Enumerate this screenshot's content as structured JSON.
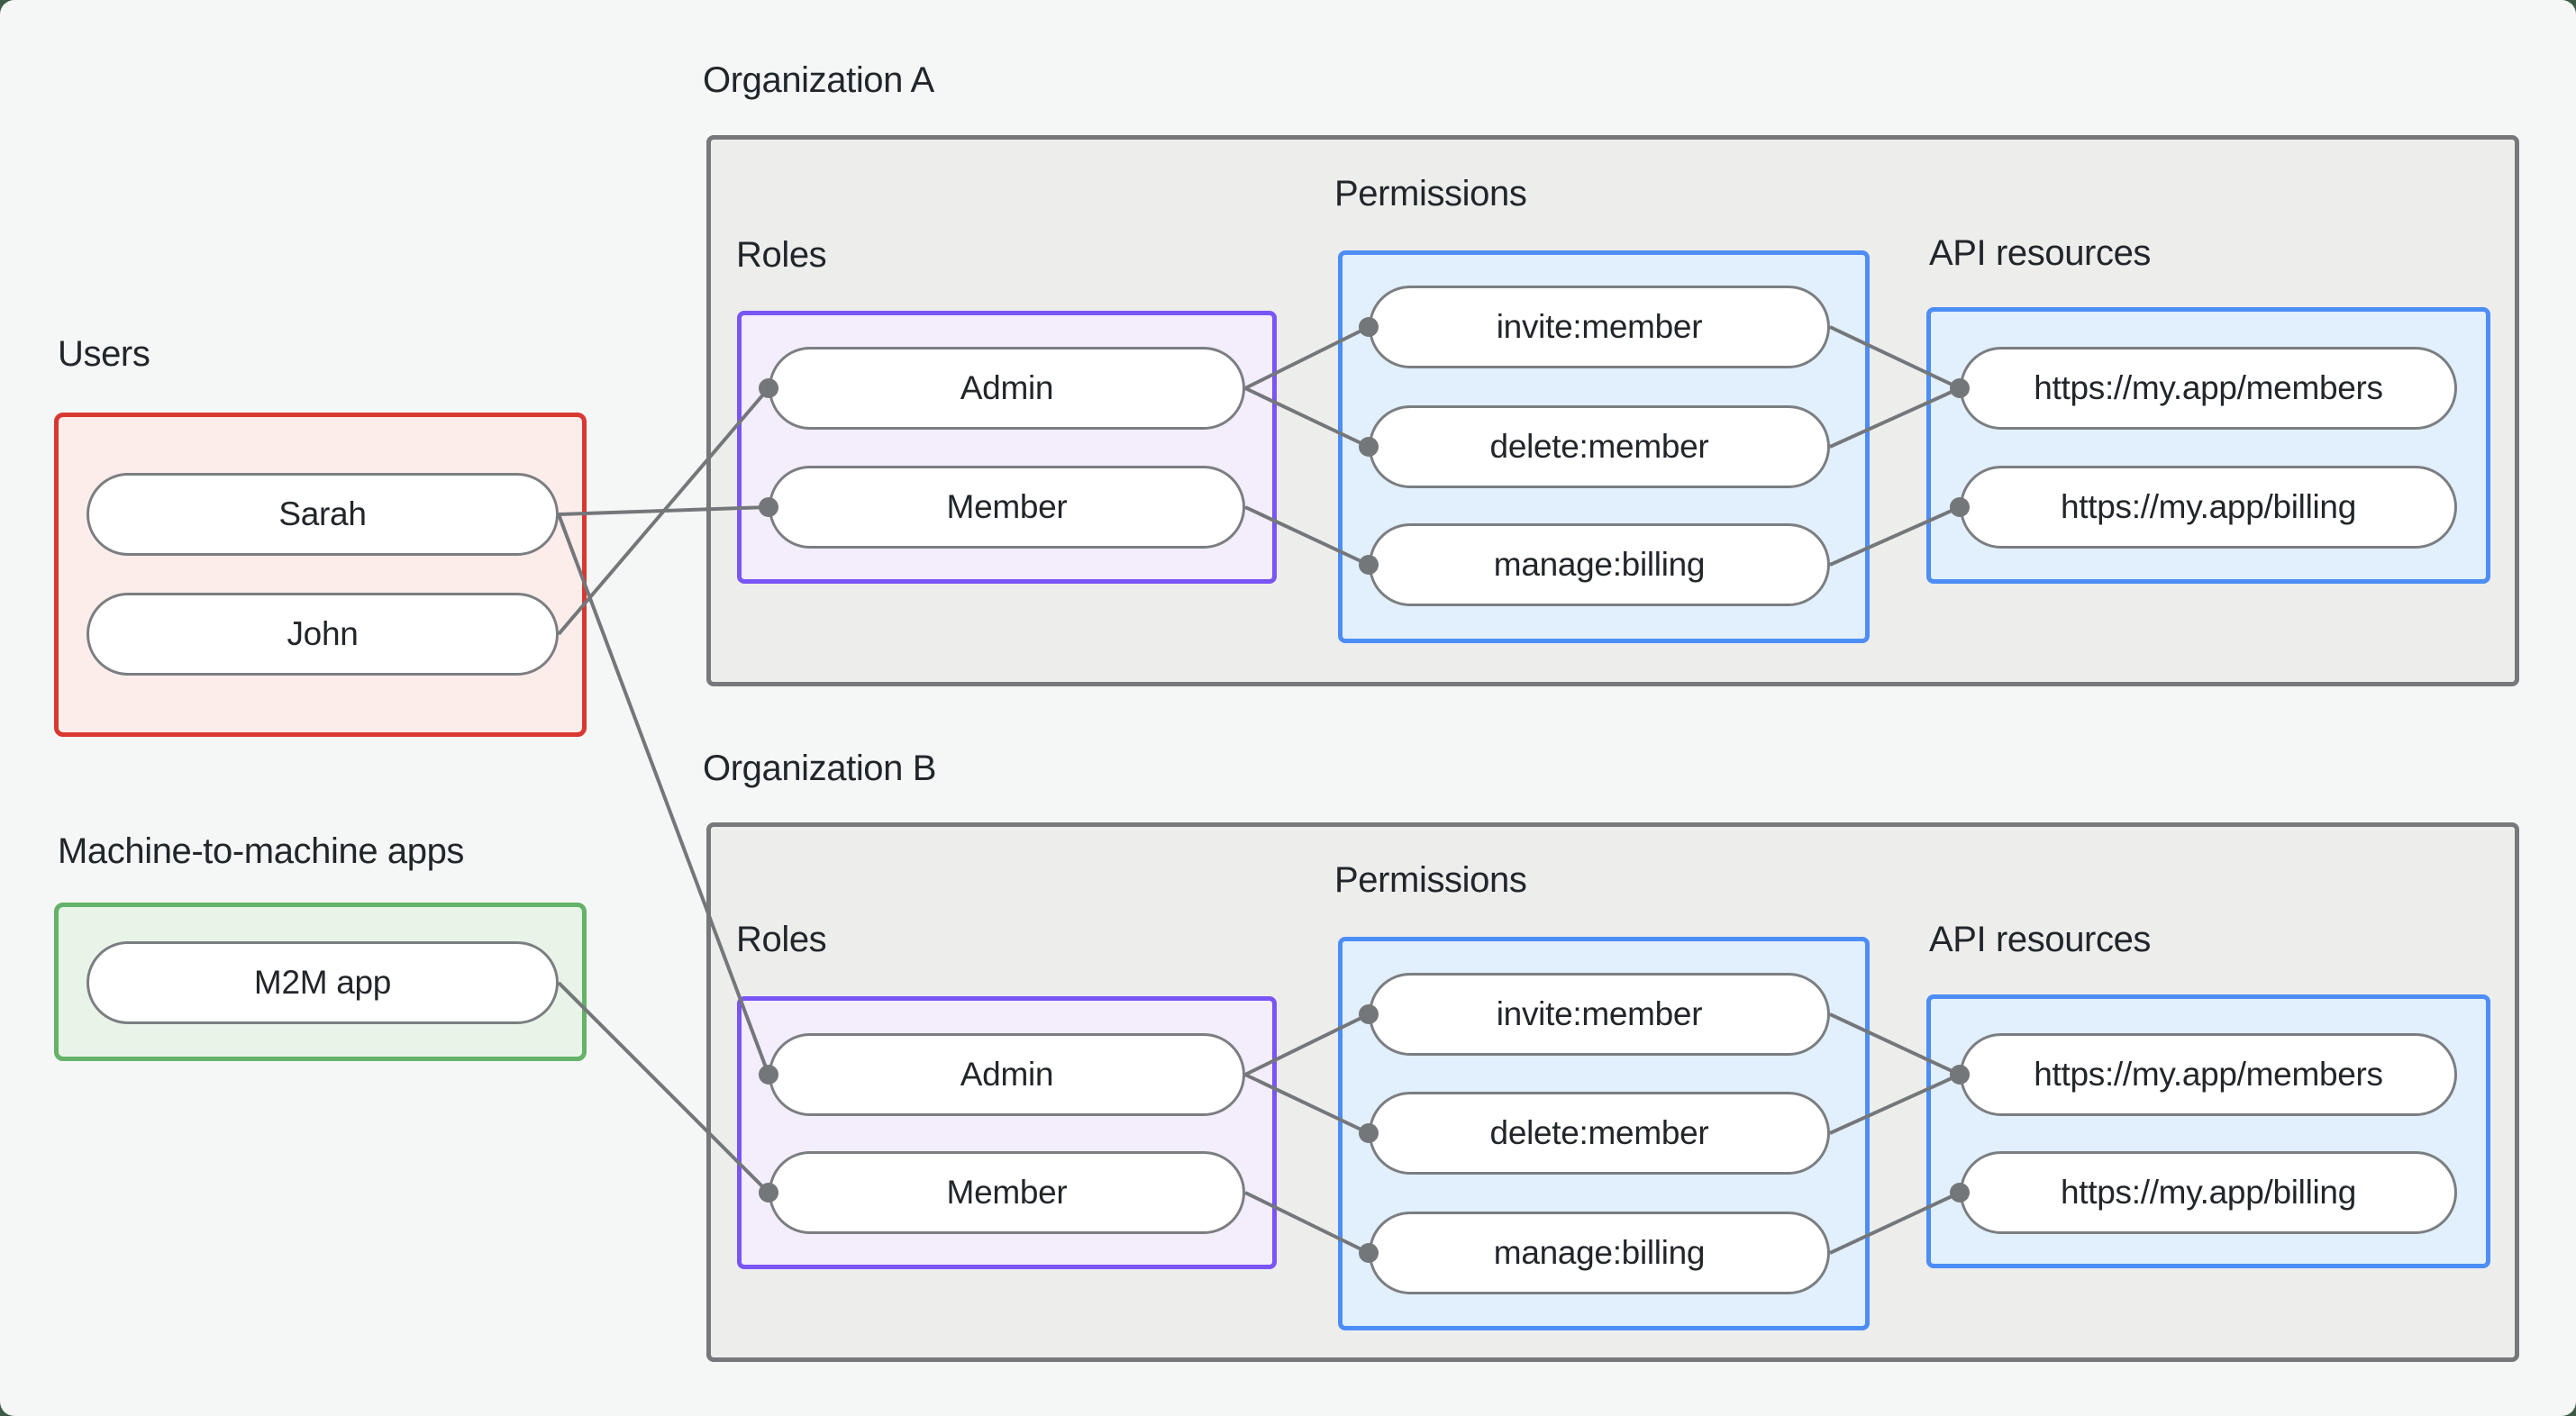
{
  "canvas": {
    "background": "#f5f7f6",
    "frame_background": "#3e5a47"
  },
  "colors": {
    "users_border": "#d93831",
    "users_fill": "#fcedeb",
    "m2m_border": "#65b269",
    "m2m_fill": "#e9f4e9",
    "org_border": "#77787b",
    "org_fill": "#ededec",
    "roles_border": "#7a55f6",
    "roles_fill": "#f3edfc",
    "blue_border": "#4d8df6",
    "blue_fill": "#e2effc",
    "pill_border": "#7b7e81",
    "pill_fill": "#ffffff",
    "edge_line": "#74777a",
    "label_text": "#21262b"
  },
  "users_group": {
    "label": "Users",
    "items": [
      "Sarah",
      "John"
    ]
  },
  "m2m_group": {
    "label": "Machine-to-machine apps",
    "items": [
      "M2M app"
    ]
  },
  "orgs": [
    {
      "label": "Organization A",
      "roles": {
        "label": "Roles",
        "items": [
          "Admin",
          "Member"
        ]
      },
      "permissions": {
        "label": "Permissions",
        "items": [
          "invite:member",
          "delete:member",
          "manage:billing"
        ]
      },
      "api_resources": {
        "label": "API resources",
        "items": [
          "https://my.app/members",
          "https://my.app/billing"
        ]
      }
    },
    {
      "label": "Organization B",
      "roles": {
        "label": "Roles",
        "items": [
          "Admin",
          "Member"
        ]
      },
      "permissions": {
        "label": "Permissions",
        "items": [
          "invite:member",
          "delete:member",
          "manage:billing"
        ]
      },
      "api_resources": {
        "label": "API resources",
        "items": [
          "https://my.app/members",
          "https://my.app/billing"
        ]
      }
    }
  ],
  "edges": [
    {
      "from": "John",
      "to": "Organization A / Admin"
    },
    {
      "from": "Sarah",
      "to": "Organization A / Member"
    },
    {
      "from": "Sarah",
      "to": "Organization B / Admin"
    },
    {
      "from": "M2M app",
      "to": "Organization B / Member"
    },
    {
      "from": "Organization A / Admin",
      "to": "Organization A / invite:member"
    },
    {
      "from": "Organization A / Admin",
      "to": "Organization A / delete:member"
    },
    {
      "from": "Organization A / Member",
      "to": "Organization A / manage:billing"
    },
    {
      "from": "Organization A / invite:member",
      "to": "Organization A / https://my.app/members"
    },
    {
      "from": "Organization A / delete:member",
      "to": "Organization A / https://my.app/members"
    },
    {
      "from": "Organization A / manage:billing",
      "to": "Organization A / https://my.app/billing"
    },
    {
      "from": "Organization B / Admin",
      "to": "Organization B / invite:member"
    },
    {
      "from": "Organization B / Admin",
      "to": "Organization B / delete:member"
    },
    {
      "from": "Organization B / Member",
      "to": "Organization B / manage:billing"
    },
    {
      "from": "Organization B / invite:member",
      "to": "Organization B / https://my.app/members"
    },
    {
      "from": "Organization B / delete:member",
      "to": "Organization B / https://my.app/members"
    },
    {
      "from": "Organization B / manage:billing",
      "to": "Organization B / https://my.app/billing"
    }
  ]
}
